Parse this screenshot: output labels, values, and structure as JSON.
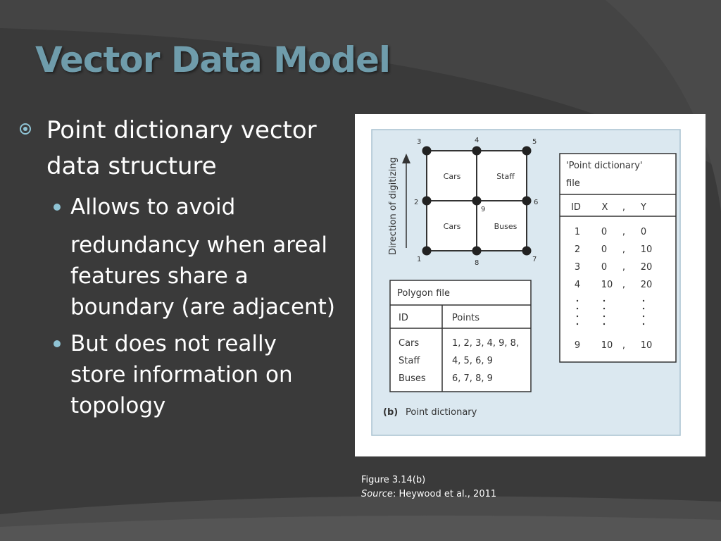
{
  "slide": {
    "title": "Vector Data Model",
    "bullets": {
      "main": [
        "Point dictionary vector",
        "data structure"
      ],
      "sub1": [
        "Allows to avoid",
        "redundancy when areal",
        "features share a",
        "boundary (are adjacent)"
      ],
      "sub2": [
        "But does not really",
        "store information on",
        "topology"
      ]
    }
  },
  "figure": {
    "direction_label": "Direction of digitizing",
    "node_numbers": [
      "1",
      "2",
      "3",
      "4",
      "5",
      "6",
      "7",
      "8",
      "9"
    ],
    "area_labels": [
      "Cars",
      "Staff",
      "Cars",
      "Buses"
    ],
    "point_dictionary": {
      "title_line1": "'Point dictionary'",
      "title_line2": "file",
      "headers": [
        "ID",
        "X",
        ",",
        "Y"
      ],
      "rows": [
        [
          "1",
          "0",
          ",",
          "0"
        ],
        [
          "2",
          "0",
          ",",
          "10"
        ],
        [
          "3",
          "0",
          ",",
          "20"
        ],
        [
          "4",
          "10",
          ",",
          "20"
        ],
        [
          "9",
          "10",
          ",",
          "10"
        ]
      ]
    },
    "polygon_file": {
      "title": "Polygon file",
      "headers": [
        "ID",
        "Points"
      ],
      "rows": [
        [
          "Cars",
          "1, 2, 3, 4, 9, 8,"
        ],
        [
          "Staff",
          "4, 5, 6, 9"
        ],
        [
          "Buses",
          "6, 7, 8, 9"
        ]
      ]
    },
    "panel_label": "(b)",
    "panel_caption": "Point dictionary"
  },
  "caption": {
    "line1": "Figure 3.14(b)",
    "source_label": "Source",
    "source_rest": ": Heywood et al., 2011"
  },
  "colors": {
    "background": "#3a3a3a",
    "title": "#6f9cab",
    "bullet": "#8fc3d4",
    "figure_panel": "#dbe8f0"
  }
}
